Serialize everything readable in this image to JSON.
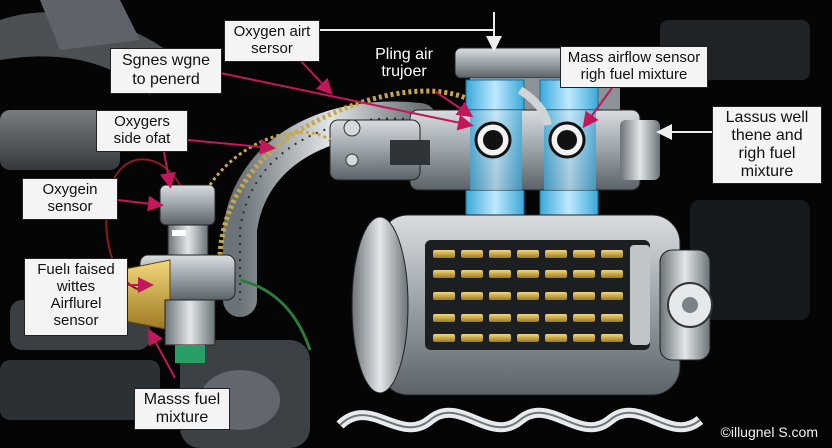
{
  "labels": {
    "oxygen_air_sensor": [
      "Oxygen airt",
      "sersor"
    ],
    "sgnes_wgne": [
      "Sgnes wgne",
      "to penerd"
    ],
    "pling_air": [
      "Pling air",
      "trujoer"
    ],
    "mass_airflow": [
      "Mass airflow sensor",
      "righ fuel mixture"
    ],
    "lassus_well": [
      "Lassus well",
      "thene and",
      "righ fuel",
      "mixture"
    ],
    "oxygers_side": [
      "Oxygers",
      "side ofat"
    ],
    "oxygein_sensor": [
      "Oxygein",
      "sensor"
    ],
    "fuel_raised": [
      "Fuelı faised",
      "wittes",
      "Airflurel",
      "sensor"
    ],
    "mass_fuel": [
      "Masss fuel",
      "mixture"
    ]
  },
  "watermark": "©illugnel S.com",
  "colors": {
    "background": "#050505",
    "label_bg": "#f4f4f4",
    "tube": "#7fd3f5",
    "coil_gold": "#c9a84a",
    "arrow": "#c2185b"
  }
}
